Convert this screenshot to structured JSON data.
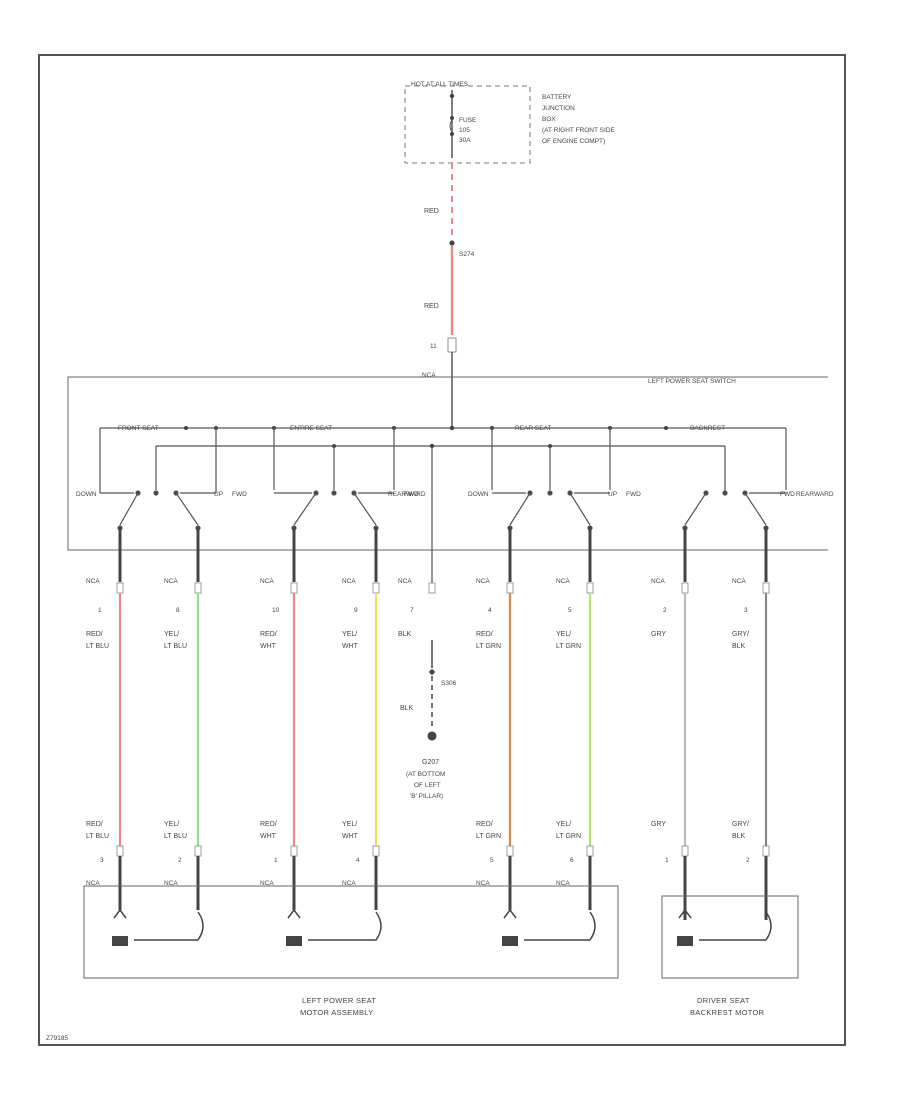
{
  "fuse_box": {
    "header": "HOT AT ALL TIMES",
    "fuse_line1": "FUSE",
    "fuse_line2": "105",
    "fuse_line3": "30A",
    "location_lines": [
      "BATTERY",
      "JUNCTION",
      "BOX",
      "(AT RIGHT FRONT SIDE",
      "OF ENGINE COMPT)"
    ]
  },
  "feed": {
    "wire_upper": "RED",
    "splice": "S274",
    "wire_lower": "RED",
    "pin": "11",
    "conn": "NCA"
  },
  "switch": {
    "title": "LEFT POWER SEAT SWITCH",
    "sections": [
      "FRONT SEAT",
      "ENTIRE SEAT",
      "REAR SEAT",
      "BACKREST"
    ],
    "terminals": [
      "DOWN",
      "UP",
      "FWD",
      "REARWARD",
      "FWD",
      "DOWN",
      "UP",
      "FWD",
      "FWD",
      "REARWARD"
    ]
  },
  "connectors": [
    {
      "conn": "NCA",
      "pin": "1",
      "wire": [
        "RED/",
        "LT BLU"
      ],
      "color": "#e88a8a"
    },
    {
      "conn": "NCA",
      "pin": "8",
      "wire": [
        "YEL/",
        "LT BLU"
      ],
      "color": "#8fe08f"
    },
    {
      "conn": "NCA",
      "pin": "10",
      "wire": [
        "RED/",
        "WHT"
      ],
      "color": "#e88a8a"
    },
    {
      "conn": "NCA",
      "pin": "9",
      "wire": [
        "YEL/",
        "WHT"
      ],
      "color": "#e6e65a"
    },
    {
      "conn": "NCA",
      "pin": "7",
      "wire": [
        "BLK",
        ""
      ],
      "color": "#444444"
    },
    {
      "conn": "NCA",
      "pin": "4",
      "wire": [
        "RED/",
        "LT GRN"
      ],
      "color": "#d98a4a"
    },
    {
      "conn": "NCA",
      "pin": "5",
      "wire": [
        "YEL/",
        "LT GRN"
      ],
      "color": "#b8e070"
    },
    {
      "conn": "NCA",
      "pin": "2",
      "wire": [
        "GRY",
        ""
      ],
      "color": "#bbbbbb"
    },
    {
      "conn": "NCA",
      "pin": "3",
      "wire": [
        "GRY/",
        "BLK"
      ],
      "color": "#888888"
    }
  ],
  "ground": {
    "splice": "S306",
    "wire": "BLK",
    "name": "G207",
    "location_lines": [
      "(AT BOTTOM",
      "OF LEFT",
      "'B' PILLAR)"
    ]
  },
  "motor_pins": [
    {
      "pin": "3",
      "conn": "NCA",
      "wire": [
        "RED/",
        "LT BLU"
      ]
    },
    {
      "pin": "2",
      "conn": "NCA",
      "wire": [
        "YEL/",
        "LT BLU"
      ]
    },
    {
      "pin": "1",
      "conn": "NCA",
      "wire": [
        "RED/",
        "WHT"
      ]
    },
    {
      "pin": "4",
      "conn": "NCA",
      "wire": [
        "YEL/",
        "WHT"
      ]
    },
    {
      "pin": "5",
      "conn": "NCA",
      "wire": [
        "RED/",
        "LT GRN"
      ]
    },
    {
      "pin": "6",
      "conn": "NCA",
      "wire": [
        "YEL/",
        "LT GRN"
      ]
    },
    {
      "pin": "1",
      "conn": "",
      "wire": [
        "GRY",
        ""
      ]
    },
    {
      "pin": "2",
      "conn": "",
      "wire": [
        "GRY/",
        "BLK"
      ]
    }
  ],
  "motor_assembly": {
    "line1": "LEFT POWER SEAT",
    "line2": "MOTOR ASSEMBLY"
  },
  "backrest_motor": {
    "line1": "DRIVER SEAT",
    "line2": "BACKREST MOTOR"
  },
  "footer_code": "Z79185"
}
